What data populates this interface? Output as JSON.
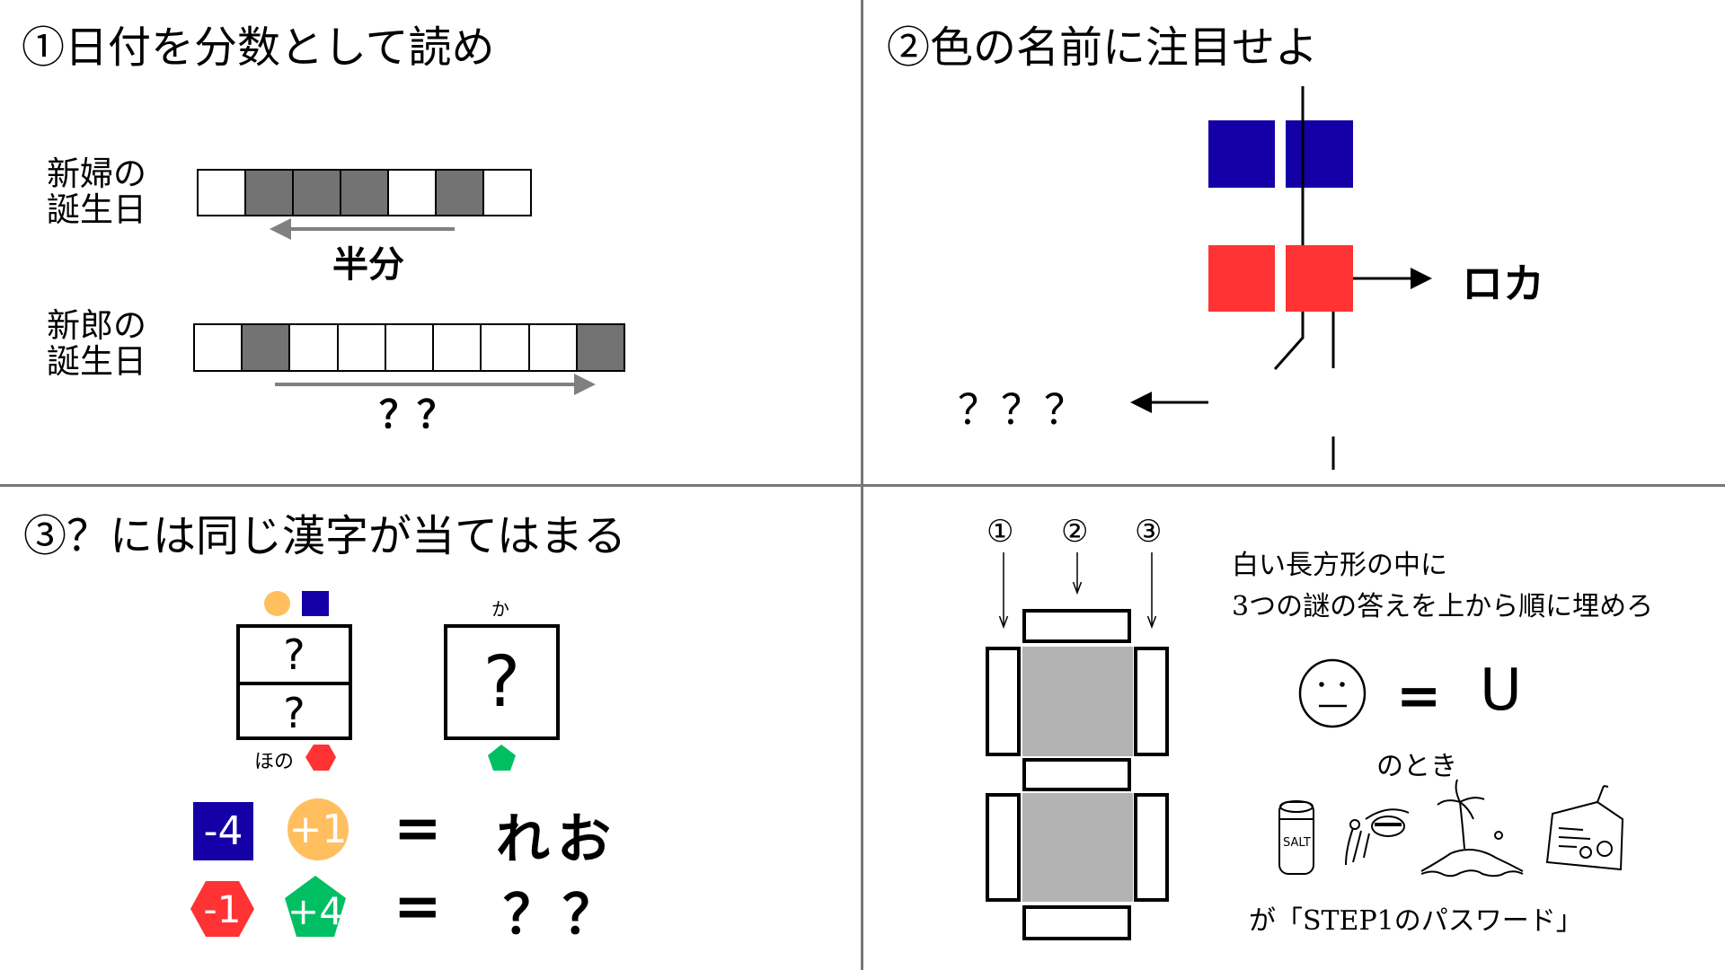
{
  "q1": {
    "title": "①日付を分数として読め",
    "bride_label": [
      "新婦の",
      "誕生日"
    ],
    "groom_label": [
      "新郎の",
      "誕生日"
    ],
    "bride_cells_filled": [
      false,
      true,
      true,
      true,
      false,
      true,
      false
    ],
    "groom_cells_filled": [
      false,
      true,
      false,
      false,
      false,
      false,
      false,
      false,
      true
    ],
    "half_label": "半分",
    "unknown_label": "？？"
  },
  "q2": {
    "title": "②色の名前に注目せよ",
    "result_label": "ロカ",
    "unknown_label": "？？？",
    "colors": {
      "top": "#1400A6",
      "bottom": "#FF3333"
    }
  },
  "q3": {
    "title": "③？には同じ漢字が当てはまる",
    "box_left_top": "?",
    "box_left_bottom": "?",
    "box_right": "?",
    "right_hint": "か",
    "left_hint": "ほの",
    "eq1": {
      "a": "-4",
      "b": "+1",
      "eq": "=",
      "result": "れお"
    },
    "eq2": {
      "a": "-1",
      "b": "+4",
      "eq": "=",
      "result": "？？"
    },
    "colors": {
      "blue": "#1400A6",
      "orange": "#FFBF5F",
      "red": "#FF3333",
      "green": "#00BF63"
    }
  },
  "q4": {
    "markers": [
      "①",
      "②",
      "③"
    ],
    "instruction": [
      "白い長方形の中に",
      "3つの謎の答えを上から順に埋めろ"
    ],
    "equation": {
      "eq": "=",
      "value": "U"
    },
    "when": "のとき",
    "salt_text": "SALT",
    "footer": "が「STEP1のパスワード」",
    "icons": [
      "neutral-face-icon",
      "salt-shaker-icon",
      "mosquito-icon",
      "island-icon",
      "ema-tag-icon"
    ]
  }
}
